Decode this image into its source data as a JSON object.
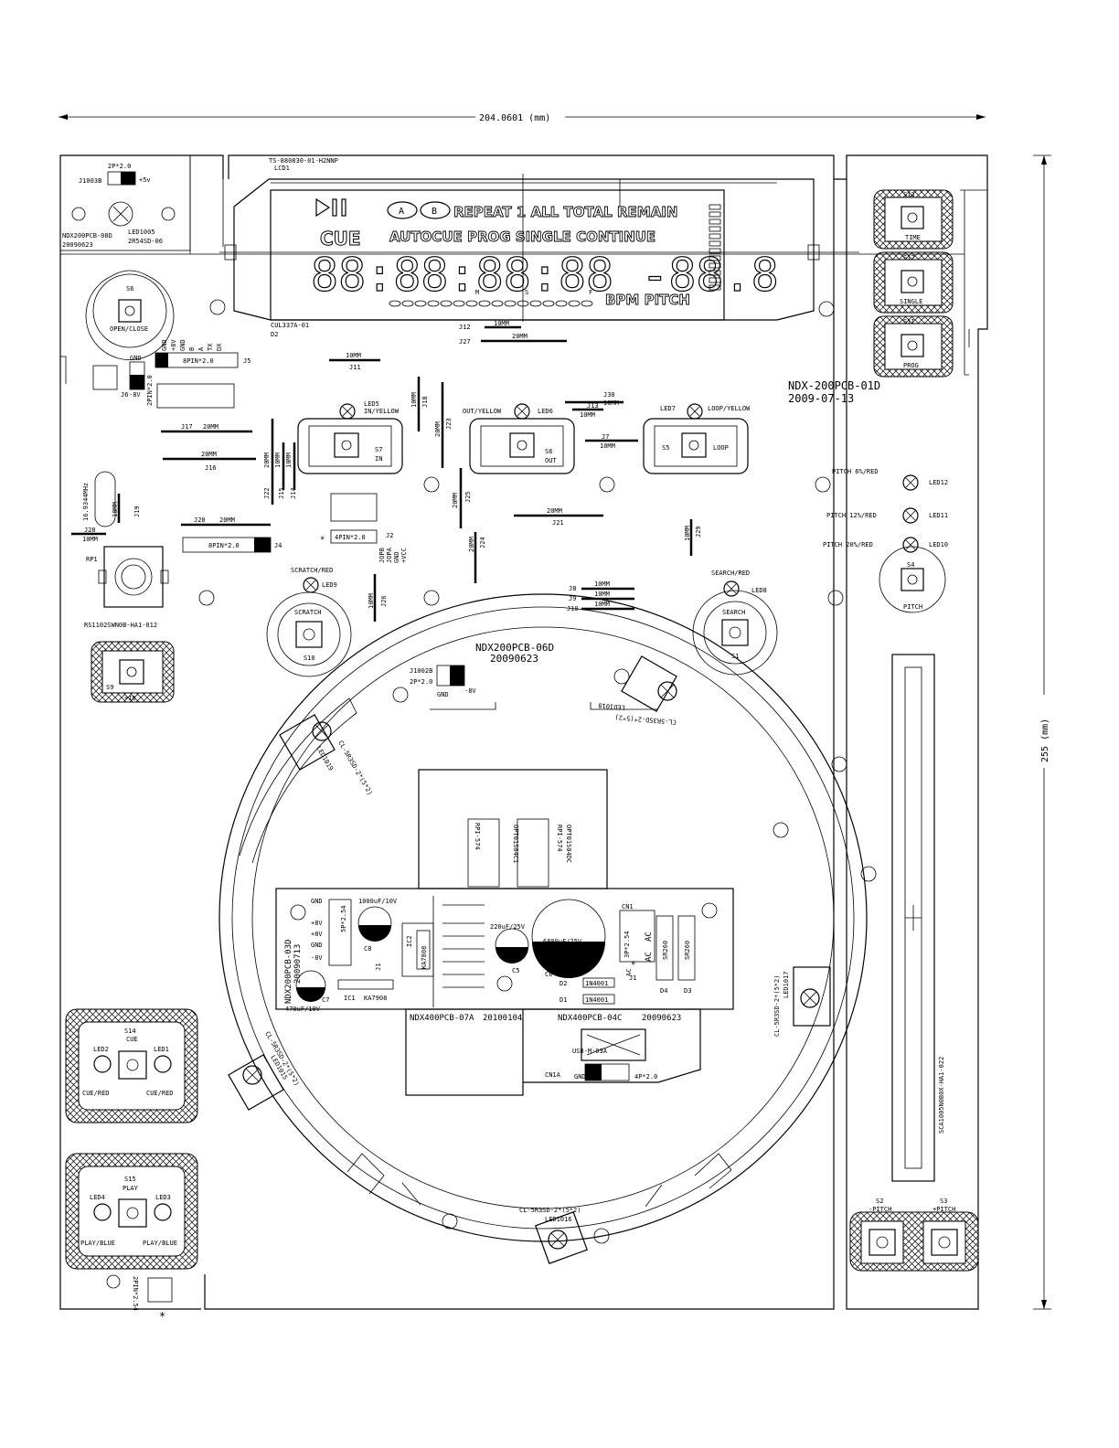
{
  "dimensions": {
    "width_label": "204.0601 (mm)",
    "height_label": "255 (mm)"
  },
  "lcd": {
    "part": "TS-880830-01-H2NNP",
    "ref": "LCD1",
    "row1": "REPEAT 1 ALL TOTAL REMAIN",
    "row2": "AUTOCUE PROG SINGLE CONTINUE",
    "cue": "CUE",
    "a_label": "A",
    "b_label": "B",
    "digits": "88:88:88:88 -88.8",
    "bpm_pitch": "BPM PITCH",
    "m_mark": "M",
    "s_mark": "S",
    "f_mark": "F",
    "driver": "CUL337A-01",
    "driver_ref": "D2"
  },
  "board_titles": {
    "main_name": "NDX-200PCB-01D",
    "main_date": "2009-07-13",
    "jog_name": "NDX200PCB-06D",
    "jog_date": "20090623",
    "power_name": "NDX200PCB-03D",
    "power_date": "20090713",
    "small_name": "NDX200PCB-08D",
    "small_date": "20090623",
    "bottom_a": "NDX400PCB-07A",
    "bottom_a_date": "20100104",
    "bottom_b": "NDX400PCB-04C",
    "bottom_b_date": "20090623"
  },
  "top_left": {
    "conn": "2P*2.0",
    "conn_ref": "J1003B",
    "vcc": "+5v",
    "led": "LED1005",
    "led_part": "2R54SD-06"
  },
  "switches": {
    "s13": "S13",
    "s13_lbl": "TIME",
    "s12": "S12",
    "s12_lbl": "SINGLE",
    "s11": "S11",
    "s11_lbl": "PROG",
    "s6": "S6",
    "s6_lbl": "OPEN/CLOSE",
    "s7": "S7",
    "s7_lbl": "IN",
    "s6b": "S6",
    "s6b_lbl": "OUT",
    "s5": "S5",
    "s5_lbl": "LOOP",
    "s4": "S4",
    "s4_lbl": "PITCH",
    "s10": "S10",
    "s10_lbl": "SCRATCH",
    "s1": "S1",
    "s1_lbl": "SEARCH",
    "s9": "S9",
    "s9_lbl": "+10",
    "s14": "S14",
    "s14_lbl": "CUE",
    "s15": "S15",
    "s15_lbl": "PLAY",
    "s2": "S2",
    "s2_lbl": "-PITCH",
    "s3": "S3",
    "s3_lbl": "+PITCH"
  },
  "leds": {
    "led5": "LED5",
    "led5_lbl": "IN/YELLOW",
    "led6": "LED6",
    "led6_lbl": "OUT/YELLOW",
    "led7": "LED7",
    "led7_lbl": "LOOP/YELLOW",
    "led12": "LED12",
    "led12_lbl": "PITCH 6%/RED",
    "led11": "LED11",
    "led11_lbl": "PITCH 12%/RED",
    "led10": "LED10",
    "led10_lbl": "PITCH 20%/RED",
    "led9": "LED9",
    "led9_lbl": "SCRATCH/RED",
    "led8": "LED8",
    "led8_lbl": "SEARCH/RED",
    "led2": "LED2",
    "led1": "LED1",
    "cue_red": "CUE/RED",
    "led4": "LED4",
    "led3": "LED3",
    "play_blue": "PLAY/BLUE",
    "led1019": "LED1019",
    "led1018": "LED1018",
    "led1017": "LED1017",
    "led1016": "LED1016",
    "led1015": "LED1015",
    "led_part": "CL-5R3SD-2*(5*2)"
  },
  "jumpers": {
    "j5": "J5",
    "j5_conn": "8PIN*2.0",
    "j4": "J4",
    "j4_conn": "8PIN*2.0",
    "j2": "J2",
    "j2_conn": "4PIN*2.0",
    "j6": "J6",
    "j6_conn": "2PIN*2.0",
    "j6_v": "-8V",
    "gnd": "GND",
    "pins5": [
      "GND",
      "+8V",
      "GND",
      "B",
      "A",
      "TX",
      "DX"
    ],
    "pins2": [
      "JOPB",
      "JOPA",
      "GND",
      "+VCC"
    ],
    "j11": "J11",
    "j12": "J12",
    "j27": "J27",
    "j17": "J17",
    "j16": "J16",
    "j18": "J18",
    "j23": "J23",
    "j30": "J30",
    "j13": "J13",
    "j7": "J7",
    "j22": "J22",
    "j15": "J15",
    "j14": "J14",
    "j25": "J25",
    "j21": "J21",
    "j24": "J24",
    "j20": "J20",
    "j28": "J28",
    "j19": "J19",
    "j26": "J26",
    "j29": "J29",
    "j8": "J8",
    "j9": "J9",
    "j10": "J10",
    "l10": "10MM",
    "l20": "20MM"
  },
  "misc": {
    "crystal": "16.9344MHz",
    "rp1": "RP1",
    "rp1_part": "RS1102SWN0B-HA1-012",
    "slider": "SCA1005N0B0X-HA1-022",
    "j1002b": "J1002B",
    "conn_2p": "2P*2.0",
    "jog_gnd": "GND",
    "jog_v": "-8V",
    "opt1": "OPT01S04C1",
    "opt2": "OPT01S04DC",
    "rpi": "RPI-574",
    "c8": "C8",
    "c8_val": "1000uF/10V",
    "c7": "C7",
    "c7_val": "470uF/10V",
    "c5": "C5",
    "c5_val": "220uF/25V",
    "c6": "C6",
    "c6_val": "6800uF/25V",
    "ic1": "IC1",
    "ic1_part": "KA7908",
    "ic2": "IC2",
    "ic2_part": "KA7808",
    "cn1": "CN1",
    "cn1_conn": "3P*2.54",
    "j1": "J1",
    "d1": "D1",
    "d2": "D2",
    "d3": "D3",
    "d4": "D4",
    "d_part": "1N4001",
    "sr260": "SR260",
    "ac": "AC",
    "pwr_pins": [
      "GND",
      "+8V",
      "+8V",
      "GND",
      "-8V"
    ],
    "pwr_conn": "5P*2.54",
    "usb": "USB-M-03A",
    "cn1a": "CN1A",
    "conn4": "4P*2.0",
    "bottom_conn": "2PIN*2.54",
    "star": "*"
  }
}
